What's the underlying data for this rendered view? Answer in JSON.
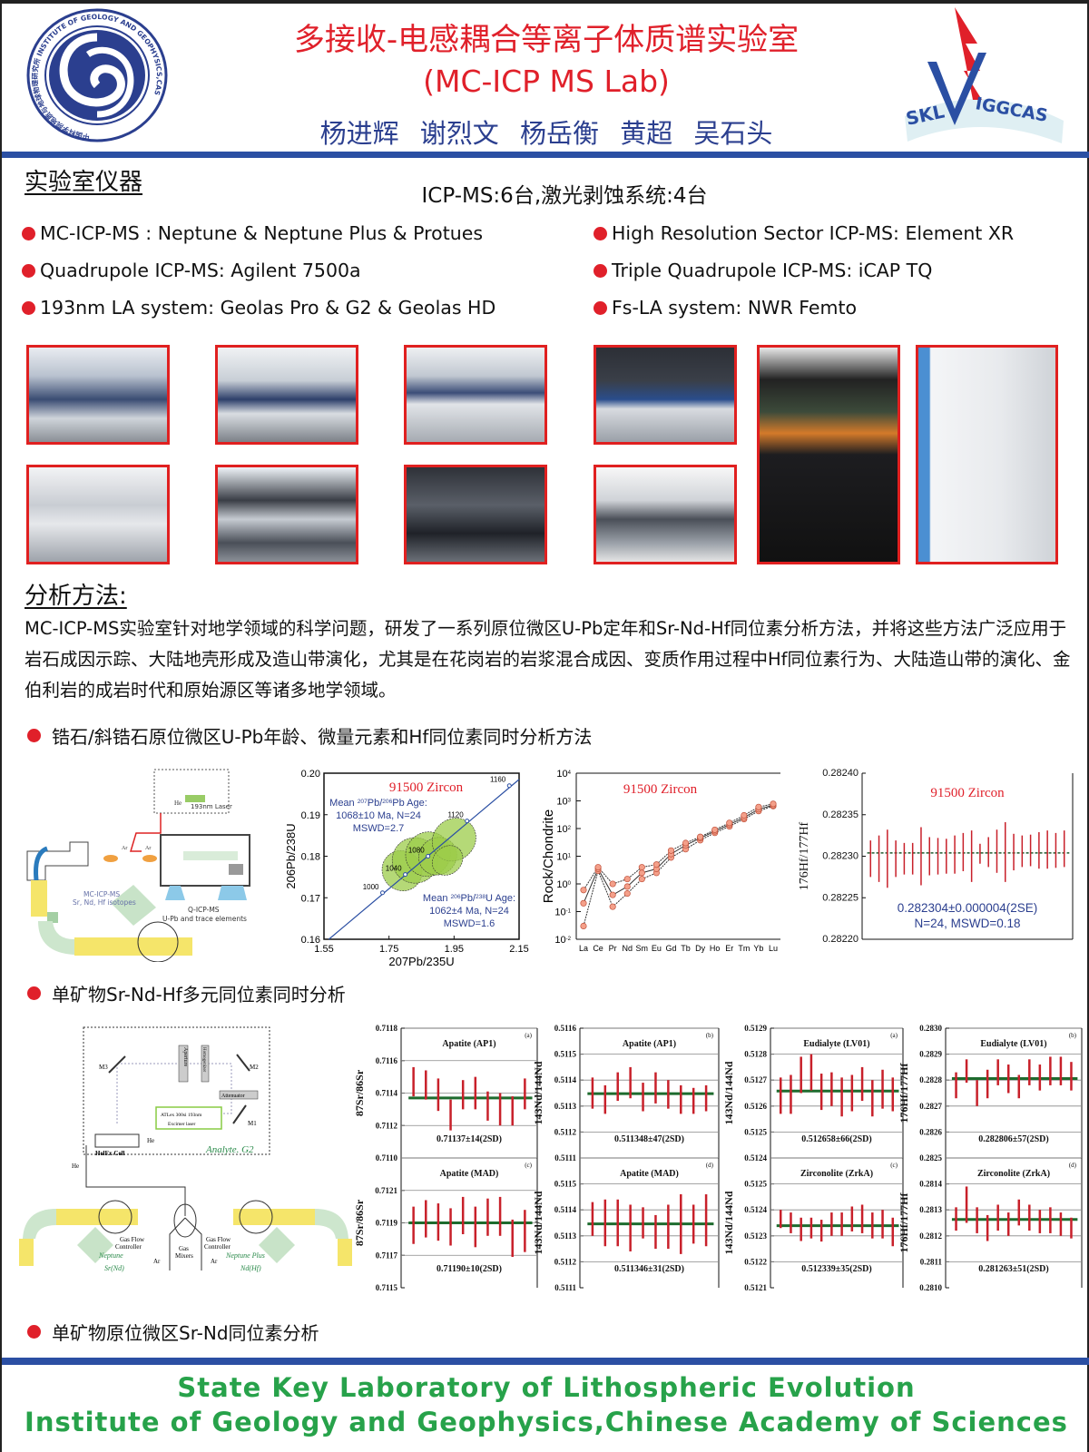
{
  "header": {
    "title": "多接收-电感耦合等离子体质谱实验室",
    "subtitle": "(MC-ICP MS Lab)",
    "authors": "杨进辉  谢烈文  杨岳衡  黄超  吴石头",
    "left_logo_text": "中国科学院地质与地球物理研究所 INSTITUTE OF GEOLOGY AND GEOPHYSICS,CAS",
    "right_logo_text": "SKL IGGCAS"
  },
  "instruments": {
    "heading": "实验室仪器",
    "summary": "ICP-MS:6台,激光剥蚀系统:4台",
    "left": [
      "MC-ICP-MS : Neptune & Neptune Plus & Protues",
      "Quadrupole ICP-MS: Agilent 7500a",
      "193nm LA system: Geolas Pro & G2 & Geolas HD"
    ],
    "right": [
      "High Resolution Sector ICP-MS: Element XR",
      "Triple Quadrupole ICP-MS: iCAP TQ",
      "Fs-LA system: NWR Femto"
    ]
  },
  "methods": {
    "heading": "分析方法:",
    "paragraph": "MC-ICP-MS实验室针对地学领域的科学问题，研发了一系列原位微区U-Pb定年和Sr-Nd-Hf同位素分析方法，并将这些方法广泛应用于岩石成因示踪、大陆地壳形成及造山带演化，尤其是在花岗岩的岩浆混合成因、变质作用过程中Hf同位素行为、大陆造山带的演化、金伯利岩的成岩时代和原始源区等诸多地学领域。",
    "section1": "锆石/斜锆石原位微区U-Pb年龄、微量元素和Hf同位素同时分析方法",
    "section2": "单矿物Sr-Nd-Hf多元同位素同时分析",
    "section3": "单矿物原位微区Sr-Nd同位素分析"
  },
  "diagram1": {
    "laser": "193nm Laser",
    "he": "He",
    "ar": "Ar",
    "mc": "MC-ICP-MS",
    "mc_sub": "Sr, Nd, Hf isotopes",
    "q": "Q-ICP-MS",
    "q_sub": "U-Pb and trace elements"
  },
  "diagram2": {
    "m1": "M1",
    "m2": "M2",
    "m3": "M3",
    "aperture": "Aperture",
    "homogenizer": "Homogenizer",
    "attenuator": "Attenuator",
    "laser1": "ATLex 300si 193nm",
    "laser2": "Excimer laser",
    "cell": "HelEx Cell",
    "he": "He",
    "analyte": "Analyte. G2",
    "gfc1": "Gas Flow",
    "gfc2": "Controller",
    "mix1": "Gas",
    "mix2": "Mixers",
    "ar": "Ar",
    "nep": "Neptune",
    "nep_sub": "Sr(Nd)",
    "nepp": "Neptune Plus",
    "nepp_sub": "Nd(Hf)"
  },
  "colors": {
    "red": "#e0202a",
    "blue": "#2b4fa3",
    "green": "#27a24a",
    "bar": "#c8202a",
    "mean": "#1e6b2e"
  },
  "chart_data": [
    {
      "type": "scatter",
      "id": "concordia",
      "title": "91500 Zircon",
      "xlabel": "207Pb/235U",
      "ylabel": "206Pb/238U",
      "xlim": [
        1.55,
        2.15
      ],
      "ylim": [
        0.16,
        0.2
      ],
      "xticks": [
        "1.55",
        "1.75",
        "1.95",
        "2.15"
      ],
      "yticks": [
        "0.16",
        "0.17",
        "0.18",
        "0.19",
        "0.20"
      ],
      "concordia_ages": [
        {
          "label": "1000",
          "x": 1.73,
          "y": 0.1712
        },
        {
          "label": "1040",
          "x": 1.8,
          "y": 0.1756
        },
        {
          "label": "1080",
          "x": 1.87,
          "y": 0.18
        },
        {
          "label": "1120",
          "x": 1.99,
          "y": 0.1885
        },
        {
          "label": "1160",
          "x": 2.12,
          "y": 0.197
        }
      ],
      "ellipses": [
        {
          "x": 1.79,
          "y": 0.1765,
          "rx": 0.06,
          "ry": 0.0045
        },
        {
          "x": 1.83,
          "y": 0.179,
          "rx": 0.07,
          "ry": 0.005
        },
        {
          "x": 1.87,
          "y": 0.1805,
          "rx": 0.07,
          "ry": 0.0048
        },
        {
          "x": 1.9,
          "y": 0.18,
          "rx": 0.06,
          "ry": 0.004
        },
        {
          "x": 1.95,
          "y": 0.184,
          "rx": 0.07,
          "ry": 0.0045
        },
        {
          "x": 1.93,
          "y": 0.179,
          "rx": 0.05,
          "ry": 0.003
        }
      ],
      "annotation1": [
        "Mean 207Pb/206Pb Age:",
        "1068±10 Ma, N=24",
        "MSWD=2.7"
      ],
      "annotation2": [
        "Mean 206Pb/238U Age:",
        "1062±4 Ma, N=24",
        "MSWD=1.6"
      ]
    },
    {
      "type": "line",
      "id": "ree",
      "title": "91500 Zircon",
      "ylabel": "Rock/Chondrite",
      "yscale": "log",
      "ylim": [
        0.01,
        10000
      ],
      "yticks": [
        "10-2",
        "10-1",
        "100",
        "101",
        "102",
        "103",
        "104"
      ],
      "categories": [
        "La",
        "Ce",
        "Pr",
        "Nd",
        "Sm",
        "Eu",
        "Gd",
        "Tb",
        "Dy",
        "Ho",
        "Er",
        "Tm",
        "Yb",
        "Lu"
      ],
      "series_low": [
        0.03,
        3.0,
        0.15,
        0.45,
        1.5,
        2.5,
        9,
        18,
        38,
        70,
        120,
        220,
        430,
        650
      ],
      "series_high": [
        0.6,
        4.0,
        1.0,
        1.5,
        4.0,
        5.0,
        16,
        30,
        50,
        90,
        160,
        300,
        600,
        780
      ],
      "series_median": [
        0.2,
        3.5,
        0.4,
        0.8,
        2.5,
        3.5,
        12,
        25,
        45,
        80,
        140,
        250,
        500,
        700
      ]
    },
    {
      "type": "errorbar",
      "id": "hf91500",
      "title": "91500 Zircon",
      "ylabel": "176Hf/177Hf",
      "ylim": [
        0.2822,
        0.2824
      ],
      "yticks": [
        "0.28220",
        "0.28225",
        "0.28230",
        "0.28235",
        "0.28240"
      ],
      "mean": 0.282304,
      "result": [
        "0.282304±0.000004(2SE)",
        "N=24, MSWD=0.18"
      ],
      "centers": [
        0.282297,
        0.282297,
        0.282297,
        0.282297,
        0.282297,
        0.282297,
        0.2823,
        0.2823,
        0.2823,
        0.2823,
        0.282302,
        0.282305,
        0.2823,
        0.282303,
        0.282305,
        0.282306,
        0.282305,
        0.282305,
        0.282306,
        0.282307,
        0.282307,
        0.282308,
        0.282307,
        0.282309
      ],
      "errors": [
        2.2e-05,
        2.8e-05,
        3.5e-05,
        2.2e-05,
        1.9e-05,
        1.9e-05,
        3.5e-05,
        2.3e-05,
        2.2e-05,
        2.1e-05,
        2.3e-05,
        2.3e-05,
        3.1e-05,
        1.2e-05,
        1.8e-05,
        2.6e-05,
        3.6e-05,
        2.2e-05,
        1.9e-05,
        1.9e-05,
        2.2e-05,
        2.3e-05,
        2.1e-05,
        2.2e-05
      ]
    },
    {
      "type": "errorbar",
      "id": "a",
      "title": "Apatite (AP1)",
      "tag": "(a)",
      "ylabel": "87Sr/86Sr",
      "ylim": [
        0.711,
        0.7118
      ],
      "yticks": [
        "0.7110",
        "0.7112",
        "0.7114",
        "0.7116",
        "0.7118"
      ],
      "mean": 0.71137,
      "result": [
        "0.71137±14(2SD)"
      ],
      "centers": [
        0.71147,
        0.71145,
        0.71139,
        0.711265,
        0.71139,
        0.7114,
        0.71132,
        0.7113,
        0.71129,
        0.711395
      ],
      "errors": [
        9e-05,
        9e-05,
        0.0001,
        9.5e-05,
        9e-05,
        0.0001,
        9e-05,
        0.0001,
        9e-05,
        9.5e-05
      ]
    },
    {
      "type": "errorbar",
      "id": "b",
      "title": "Apatite (AP1)",
      "tag": "(b)",
      "ylabel": "143Nd/144Nd",
      "ylim": [
        0.5111,
        0.5116
      ],
      "yticks": [
        "0.5111",
        "0.5112",
        "0.5113",
        "0.5114",
        "0.5115",
        "0.5116"
      ],
      "mean": 0.511348,
      "result": [
        "0.511348±47(2SD)"
      ],
      "centers": [
        0.51135,
        0.511325,
        0.511375,
        0.51139,
        0.511335,
        0.51137,
        0.511345,
        0.511325,
        0.51132,
        0.51133
      ],
      "errors": [
        6e-05,
        5.5e-05,
        5.5e-05,
        6e-05,
        5.5e-05,
        6e-05,
        5.5e-05,
        5.5e-05,
        5e-05,
        5e-05
      ]
    },
    {
      "type": "errorbar",
      "id": "c",
      "title": "Apatite (MAD)",
      "tag": "(c)",
      "ylabel": "87Sr/86Sr",
      "ylim": [
        0.7115,
        0.7123
      ],
      "yticks": [
        "0.7115",
        "0.7117",
        "0.7119",
        "0.7121"
      ],
      "mean": 0.7119,
      "result": [
        "0.71190±10(2SD)"
      ],
      "centers": [
        0.711885,
        0.711925,
        0.711905,
        0.711875,
        0.711945,
        0.711875,
        0.711935,
        0.71194,
        0.711805,
        0.71185
      ],
      "errors": [
        0.000115,
        0.000115,
        0.000115,
        0.000115,
        0.000115,
        0.000125,
        0.000115,
        0.00012,
        0.000115,
        0.00013
      ]
    },
    {
      "type": "errorbar",
      "id": "d",
      "title": "Apatite (MAD)",
      "tag": "(d)",
      "ylabel": "143Nd/144Nd",
      "ylim": [
        0.5111,
        0.5116
      ],
      "yticks": [
        "0.5111",
        "0.5112",
        "0.5113",
        "0.5114",
        "0.5115"
      ],
      "mean": 0.511346,
      "result": [
        "0.511346±31(2SD)"
      ],
      "centers": [
        0.511365,
        0.51135,
        0.51135,
        0.51133,
        0.51135,
        0.511315,
        0.511335,
        0.511345,
        0.511345,
        0.51136
      ],
      "errors": [
        6.5e-05,
        9e-05,
        9e-05,
        9e-05,
        6e-05,
        6.5e-05,
        8.5e-05,
        0.000115,
        7.5e-05,
        0.0001
      ]
    },
    {
      "type": "errorbar",
      "id": "e",
      "title": "Eudialyte (LV01)",
      "tag": "(a)",
      "ylabel": "143Nd/144Nd",
      "ylim": [
        0.5124,
        0.5129
      ],
      "yticks": [
        "0.5124",
        "0.5125",
        "0.5126",
        "0.5127",
        "0.5128",
        "0.5129"
      ],
      "mean": 0.512658,
      "result": [
        "0.512658±66(2SD)"
      ],
      "centers": [
        0.51264,
        0.512645,
        0.51272,
        0.51273,
        0.512655,
        0.512665,
        0.512635,
        0.51265,
        0.512685,
        0.51263,
        0.512665,
        0.512645
      ],
      "errors": [
        7e-05,
        7.5e-05,
        7e-05,
        7e-05,
        7e-05,
        6.5e-05,
        7.5e-05,
        7e-05,
        6.5e-05,
        7e-05,
        7.5e-05,
        6.5e-05
      ]
    },
    {
      "type": "errorbar",
      "id": "f",
      "title": "Eudialyte (LV01)",
      "tag": "(b)",
      "ylabel": "176Hf/177Hf",
      "ylim": [
        0.2825,
        0.283
      ],
      "yticks": [
        "0.2825",
        "0.2826",
        "0.2827",
        "0.2828",
        "0.2829",
        "0.2830"
      ],
      "mean": 0.282806,
      "result": [
        "0.282806±57(2SD)"
      ],
      "centers": [
        0.28278,
        0.282835,
        0.28275,
        0.282785,
        0.28283,
        0.282805,
        0.282775,
        0.28283,
        0.28281,
        0.282835,
        0.282835,
        0.282815
      ],
      "errors": [
        5e-05,
        4.5e-05,
        5e-05,
        5.5e-05,
        5e-05,
        5.5e-05,
        4.5e-05,
        5e-05,
        5e-05,
        5.5e-05,
        5.5e-05,
        5.5e-05
      ]
    },
    {
      "type": "errorbar",
      "id": "g",
      "title": "Zirconolite (ZrkA)",
      "tag": "(c)",
      "ylabel": "143Nd/144Nd",
      "ylim": [
        0.5121,
        0.5126
      ],
      "yticks": [
        "0.5121",
        "0.5122",
        "0.5123",
        "0.5124",
        "0.5125"
      ],
      "mean": 0.512339,
      "result": [
        "0.512339±35(2SD)"
      ],
      "centers": [
        0.512365,
        0.51235,
        0.512325,
        0.51233,
        0.51232,
        0.512345,
        0.512345,
        0.512365,
        0.512365,
        0.51234,
        0.512345,
        0.512315
      ],
      "errors": [
        3.5e-05,
        4e-05,
        4.5e-05,
        4e-05,
        4.2e-05,
        4.5e-05,
        4.5e-05,
        4.8e-05,
        5.5e-05,
        5e-05,
        5.5e-05,
        5.5e-05
      ]
    },
    {
      "type": "errorbar",
      "id": "h",
      "title": "Zirconolite (ZrkA)",
      "tag": "(d)",
      "ylabel": "176Hf/177Hf",
      "ylim": [
        0.281,
        0.2815
      ],
      "yticks": [
        "0.2810",
        "0.2811",
        "0.2812",
        "0.2813",
        "0.2814"
      ],
      "mean": 0.281263,
      "result": [
        "0.281263±51(2SD)"
      ],
      "centers": [
        0.281265,
        0.28132,
        0.28126,
        0.28123,
        0.28127,
        0.281245,
        0.28129,
        0.28127,
        0.281255,
        0.28126,
        0.281245,
        0.28123
      ],
      "errors": [
        4.5e-05,
        7e-05,
        5e-05,
        5e-05,
        5e-05,
        4.5e-05,
        5e-05,
        5e-05,
        4.5e-05,
        5e-05,
        4.5e-05,
        4e-05
      ]
    }
  ],
  "footer": {
    "line1": "State Key Laboratory of Lithospheric Evolution",
    "line2": "Institute of Geology and Geophysics,Chinese Academy of Sciences"
  }
}
